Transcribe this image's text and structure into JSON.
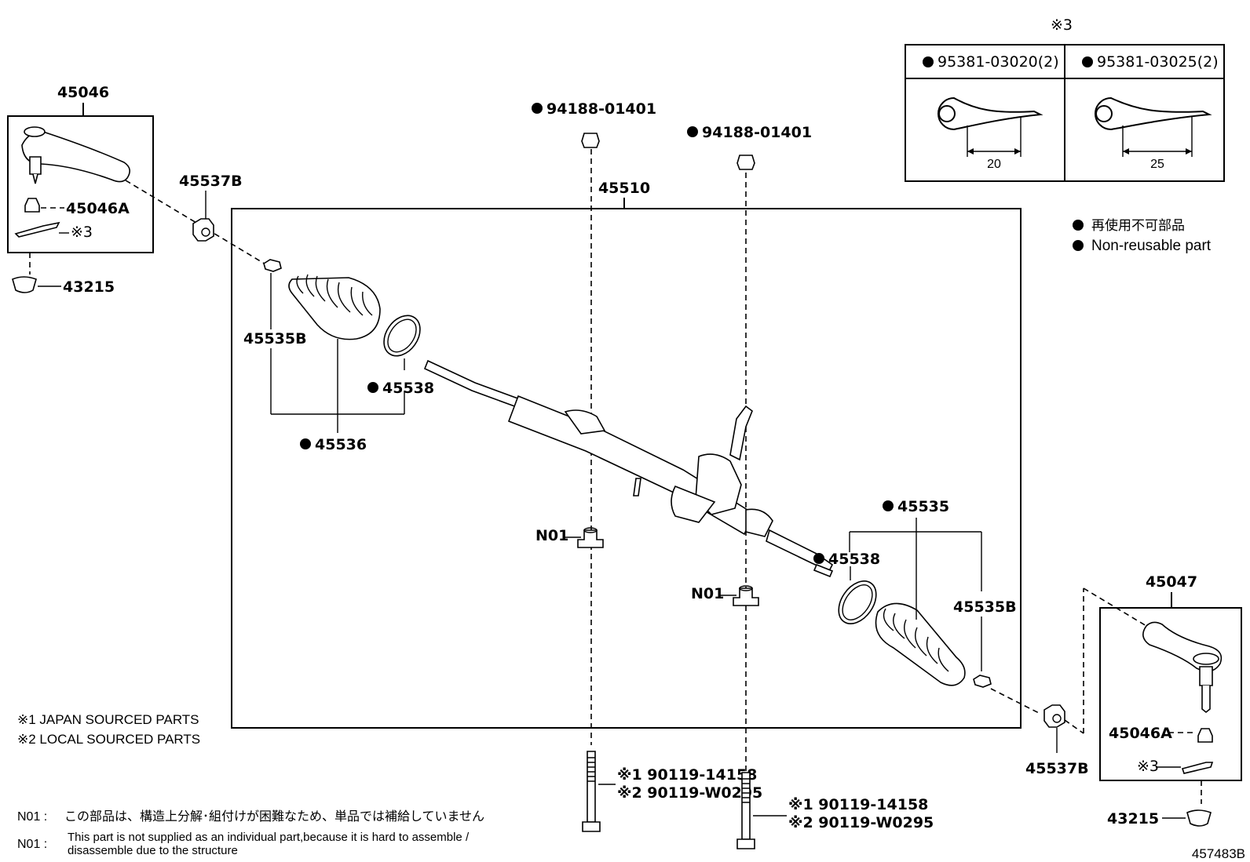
{
  "diagram_id": "457483B",
  "labels": {
    "tie_rod_end_lh": "45046",
    "tie_rod_end_rh": "45047",
    "lock_nut_lh": "45046A",
    "lock_nut_rh": "45046A",
    "boot_lh": "43215",
    "boot_rh": "43215",
    "ref3_lh": "※3",
    "ref3_rh": "※3",
    "clamp_nut_lh": "45537B",
    "clamp_nut_rh": "45537B",
    "gear_assy": "45510",
    "clip_lh": "45535B",
    "clip_rh": "45535B",
    "boot_assy_lh": "45536",
    "boot_assy_rh": "45535",
    "band_lh": "45538",
    "band_rh": "45538",
    "nut_top_1": "94188-01401",
    "nut_top_2": "94188-01401",
    "n01_a": "N01",
    "n01_b": "N01",
    "bolt_1_jp": "※1  90119-14158",
    "bolt_1_local": "※2  90119-W0295",
    "bolt_2_jp": "※1  90119-14158",
    "bolt_2_local": "※2  90119-W0295"
  },
  "inset": {
    "header": "※3",
    "left_part": "95381-03020(2)",
    "right_part": "95381-03025(2)",
    "left_dim": "20",
    "right_dim": "25"
  },
  "legend": {
    "jp": "再使用不可部品",
    "en": "Non-reusable part"
  },
  "notes": {
    "sourced_1": "※1 JAPAN SOURCED PARTS",
    "sourced_2": "※2 LOCAL SOURCED PARTS",
    "n01_jp_key": "N01 :",
    "n01_jp": "この部品は、構造上分解･組付けが困難なため、単品では補給していません",
    "n01_en_key": "N01 :",
    "n01_en_1": "This part is not supplied as an individual part,because it is hard to assemble /",
    "n01_en_2": "disassemble due to the structure"
  }
}
